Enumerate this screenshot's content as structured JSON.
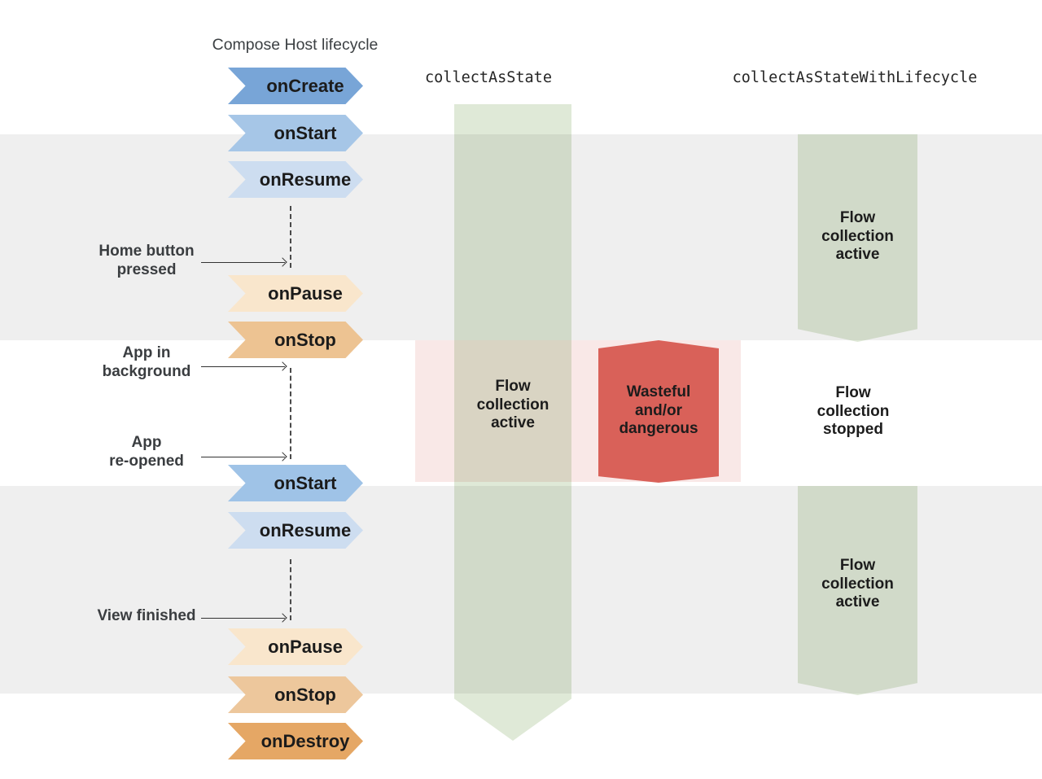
{
  "title": "Compose Host lifecycle",
  "columns": {
    "collect_as_state": "collectAsState",
    "collect_as_state_with_lifecycle": "collectAsStateWithLifecycle"
  },
  "lifecycle": {
    "events": [
      {
        "label": "onCreate",
        "color": "#78a5d7"
      },
      {
        "label": "onStart",
        "color": "#a6c6e7"
      },
      {
        "label": "onResume",
        "color": "#cdddf0"
      },
      {
        "label": "onPause",
        "color": "#f9e6cc"
      },
      {
        "label": "onStop",
        "color": "#edc392"
      },
      {
        "label": "onStart",
        "color": "#9fc3e7"
      },
      {
        "label": "onResume",
        "color": "#cdddf0"
      },
      {
        "label": "onPause",
        "color": "#f9e6cc"
      },
      {
        "label": "onStop",
        "color": "#edc79c"
      },
      {
        "label": "onDestroy",
        "color": "#e5a765"
      }
    ]
  },
  "annotations": [
    {
      "text": "Home button\npressed"
    },
    {
      "text": "App in\nbackground"
    },
    {
      "text": "App\nre-opened"
    },
    {
      "text": "View finished"
    }
  ],
  "flow_states": {
    "left_active": "Flow\ncollection\nactive",
    "wasteful": "Wasteful\nand/or\ndangerous",
    "right_active_top": "Flow\ncollection\nactive",
    "right_stopped": "Flow\ncollection\nstopped",
    "right_active_bottom": "Flow\ncollection\nactive"
  },
  "colors": {
    "gray_band": "#efefef",
    "pink_band": "#f9e8e7",
    "green_band": "#dfe9d7",
    "red_shape": "#d96159"
  }
}
